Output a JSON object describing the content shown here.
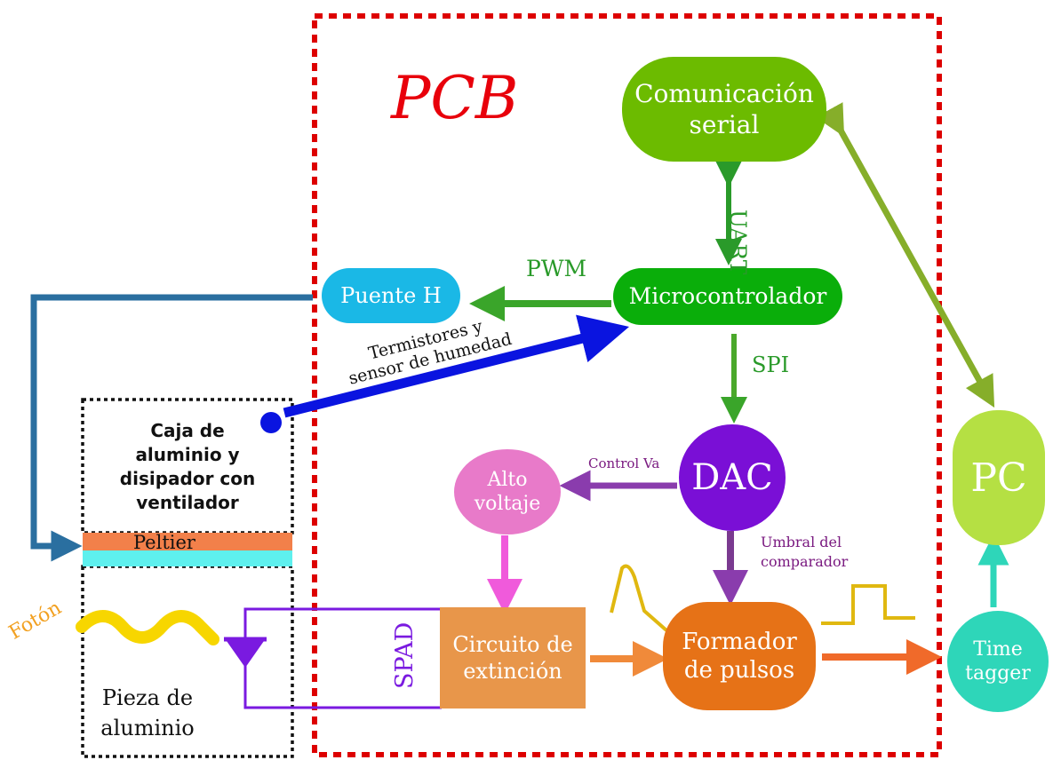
{
  "pcb_label": "PCB",
  "blocks": {
    "comunicacion": "Comunicación\nserial",
    "micro": "Microcontrolador",
    "puente": "Puente H",
    "dac": "DAC",
    "alto_voltaje": "Alto\nvoltaje",
    "circuito": "Circuito de\nextinción",
    "formador": "Formador\nde pulsos",
    "pc": "PC",
    "time_tagger": "Time\ntagger",
    "caja": "Caja de\naluminio y\ndisipador con\nventilador",
    "peltier": "Peltier",
    "pieza": "Pieza de\naluminio"
  },
  "signals": {
    "uart": "UART",
    "pwm": "PWM",
    "spi": "SPI",
    "sensors": "Termistores y\nsensor de humedad",
    "control_va": "Control Va",
    "umbral": "Umbral del\ncomparador",
    "spad": "SPAD",
    "foton": "Fotón"
  },
  "colors": {
    "pcb_border": "#dd0000",
    "green_dark": "#0aae0a",
    "green_light": "#66bb00",
    "blue_sky": "#1ab8e6",
    "purple": "#7a0fd6",
    "pink": "#e87ac9",
    "orange_light": "#e8964a",
    "orange": "#e67217",
    "lime": "#b5e043",
    "teal": "#2ed6b9",
    "peltier_top": "#f2804a",
    "peltier_bottom": "#5ef0ee",
    "sensor_blue": "#0a14e0"
  }
}
